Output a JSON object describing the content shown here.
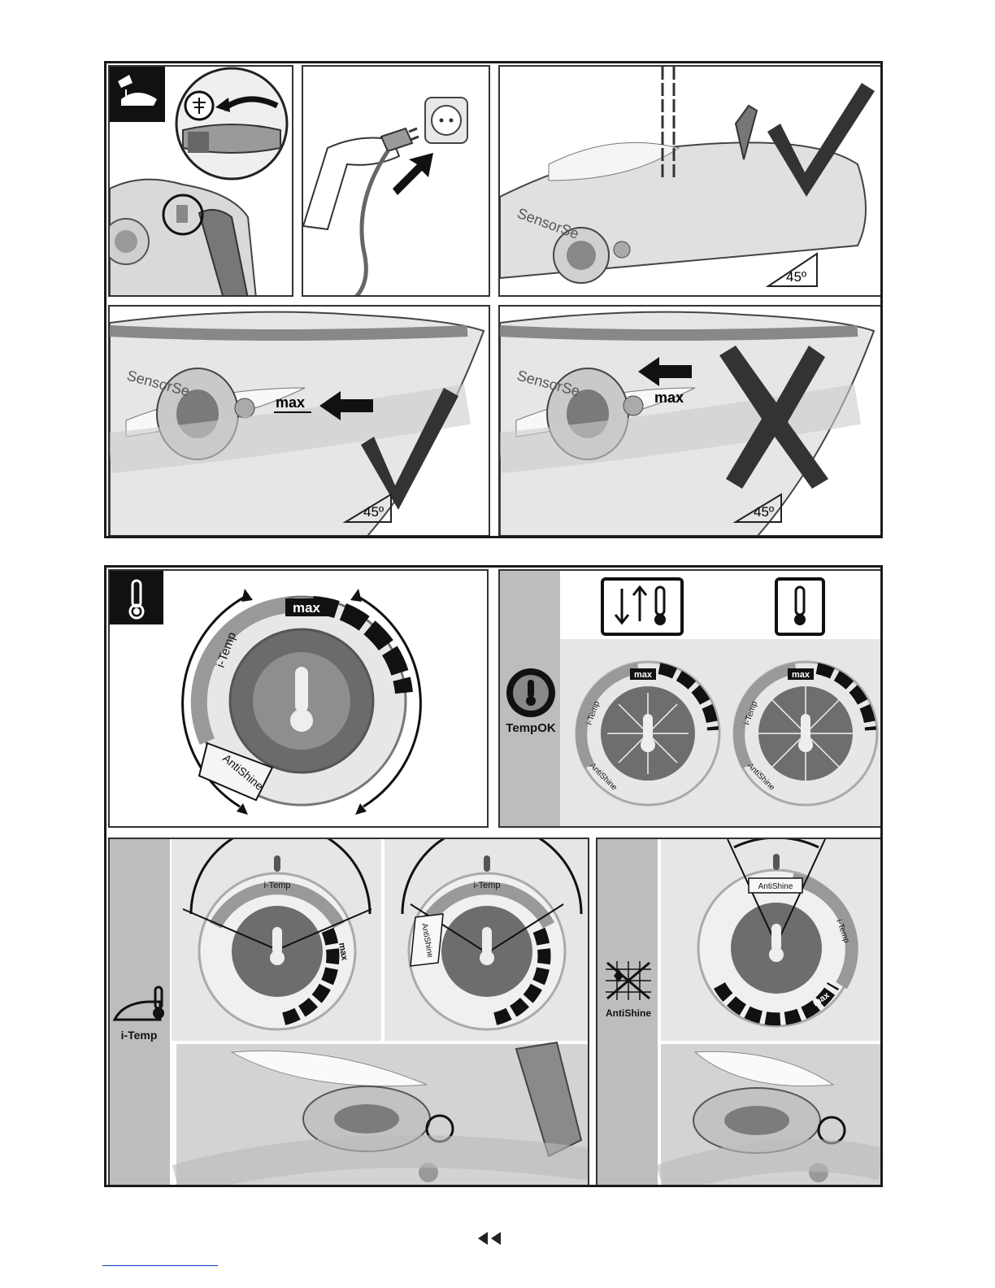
{
  "top_figure": {
    "labels": {
      "max_left": "max",
      "max_right": "max",
      "angle_1": "45º",
      "angle_2": "45º",
      "angle_3": "45º",
      "brand_text": "SensorSe"
    },
    "icons": [
      "water-fill-icon",
      "anticalc-icon",
      "plug-icon",
      "socket-icon",
      "check-icon",
      "cross-icon"
    ]
  },
  "bottom_figure": {
    "big_dial": {
      "max": "max",
      "itemp": "i-Temp",
      "antishine": "AntiShine"
    },
    "tempok": {
      "label": "TempOK",
      "small_max_1": "max",
      "small_max_2": "max",
      "small_itemp_1": "i-Temp",
      "small_itemp_2": "i-Temp",
      "small_antishine_1": "AntiShine",
      "small_antishine_2": "AntiShine"
    },
    "itemp_section": {
      "label": "i-Temp",
      "dial1_itemp": "i-Temp",
      "dial1_max": "max",
      "dial2_itemp": "i-Temp",
      "dial2_antishine": "AntiShine"
    },
    "antishine_section": {
      "label": "AntiShine",
      "dial_antishine": "AntiShine",
      "dial_itemp": "i-Temp",
      "dial_max": "max"
    }
  },
  "colors": {
    "frame": "#1a1a1a",
    "panel_gray": "#bdbdbd",
    "footer_link": "#0a33c8"
  },
  "navigation": {
    "prev_page_icon": "double-left-arrow-icon"
  }
}
